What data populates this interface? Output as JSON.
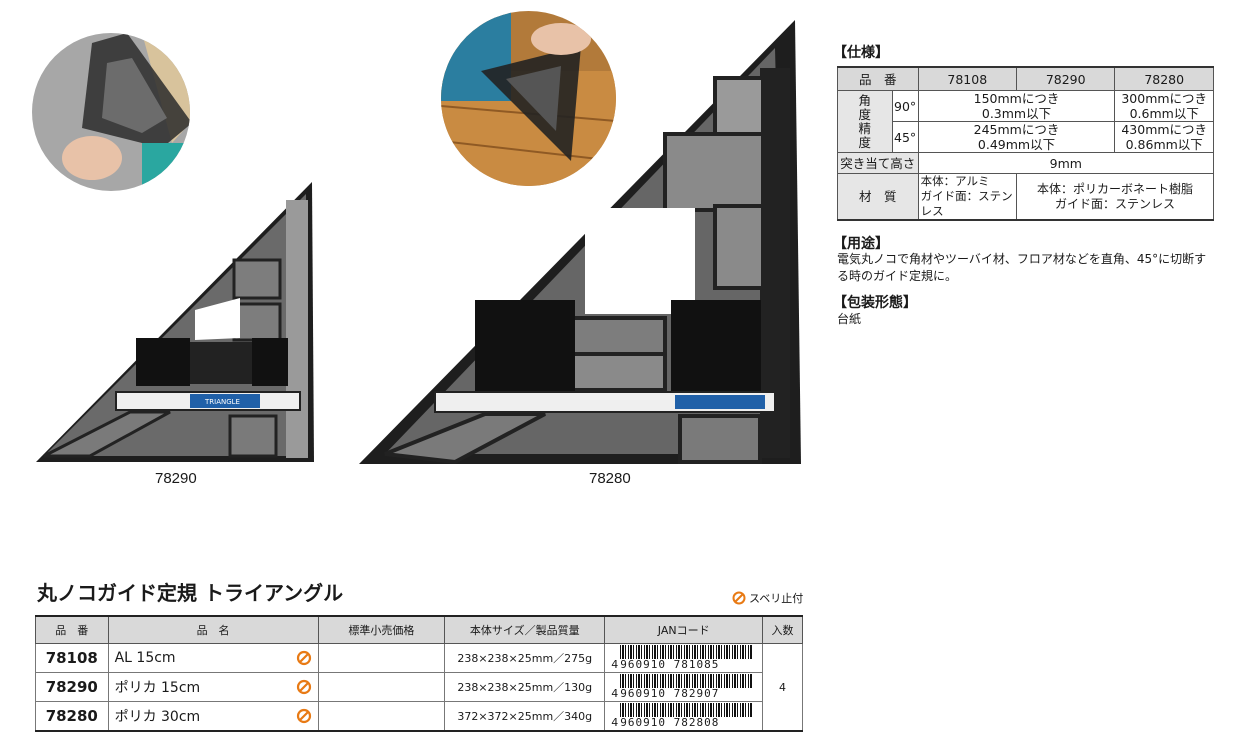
{
  "models": {
    "left": "78290",
    "right": "78280"
  },
  "ruler": {
    "brand_small": "TRIANGLE"
  },
  "spec": {
    "heading": "【仕様】",
    "header": [
      "品　番",
      "78108",
      "78290",
      "78280"
    ],
    "angle_label": "角度精度",
    "row90": {
      "deg": "90°",
      "a": "150mmにつき",
      "a2": "0.3mm以下",
      "b": "300mmにつき",
      "b2": "0.6mm以下"
    },
    "row45": {
      "deg": "45°",
      "a": "245mmにつき",
      "a2": "0.49mm以下",
      "b": "430mmにつき",
      "b2": "0.86mm以下"
    },
    "row_height": {
      "label": "突き当て高さ",
      "value": "9mm"
    },
    "row_material": {
      "label": "材　質",
      "a1": "本体：アルミ",
      "a2": "ガイド面：ステンレス",
      "b1": "本体：ポリカーボネート樹脂",
      "b2": "ガイド面：ステンレス"
    }
  },
  "usage": {
    "heading": "【用途】",
    "line1": "電気丸ノコで角材やツーバイ材、フロア材などを直角、45°に切断す",
    "line2": "る時のガイド定規に。"
  },
  "packaging": {
    "heading": "【包装形態】",
    "value": "台紙"
  },
  "product": {
    "title": "丸ノコガイド定規 トライアングル",
    "slip_label": "スベリ止付",
    "headers": [
      "品　番",
      "品　名",
      "標準小売価格",
      "本体サイズ／製品質量",
      "JANコード",
      "入数"
    ],
    "rows": [
      {
        "code": "78108",
        "name": "AL 15cm",
        "price": "",
        "size": "238×238×25mm／275g",
        "jan_first": "4",
        "jan_rest": "960910 781085"
      },
      {
        "code": "78290",
        "name": "ポリカ 15cm",
        "price": "",
        "size": "238×238×25mm／130g",
        "jan_first": "4",
        "jan_rest": "960910 782907"
      },
      {
        "code": "78280",
        "name": "ポリカ 30cm",
        "price": "",
        "size": "372×372×25mm／340g",
        "jan_first": "4",
        "jan_rest": "960910 782808"
      }
    ],
    "quantity": "4"
  }
}
